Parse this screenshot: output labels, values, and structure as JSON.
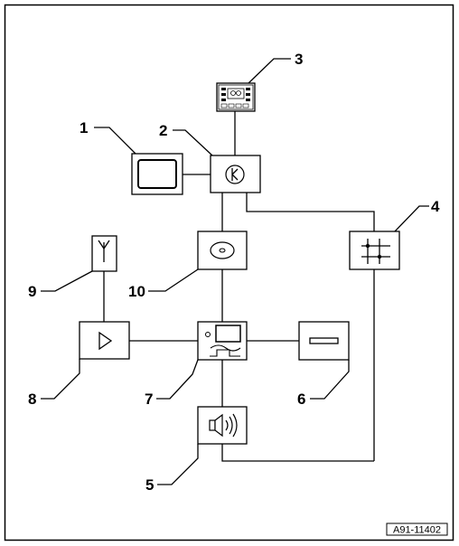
{
  "figure": {
    "reference": "A91-11402"
  },
  "callouts": [
    {
      "id": "1",
      "text": "1"
    },
    {
      "id": "2",
      "text": "2"
    },
    {
      "id": "3",
      "text": "3"
    },
    {
      "id": "4",
      "text": "4"
    },
    {
      "id": "5",
      "text": "5"
    },
    {
      "id": "6",
      "text": "6"
    },
    {
      "id": "7",
      "text": "7"
    },
    {
      "id": "8",
      "text": "8"
    },
    {
      "id": "9",
      "text": "9"
    },
    {
      "id": "10",
      "text": "10"
    }
  ],
  "components": [
    {
      "callout": "1",
      "icon": "display-screen-icon"
    },
    {
      "callout": "2",
      "icon": "control-unit-dial-icon"
    },
    {
      "callout": "3",
      "icon": "operating-panel-icon"
    },
    {
      "callout": "4",
      "icon": "junction-node-icon"
    },
    {
      "callout": "5",
      "icon": "speaker-icon"
    },
    {
      "callout": "6",
      "icon": "slot-unit-icon"
    },
    {
      "callout": "7",
      "icon": "radio-navigation-unit-icon"
    },
    {
      "callout": "8",
      "icon": "amplifier-icon"
    },
    {
      "callout": "9",
      "icon": "antenna-icon"
    },
    {
      "callout": "10",
      "icon": "disc-drive-icon"
    }
  ]
}
